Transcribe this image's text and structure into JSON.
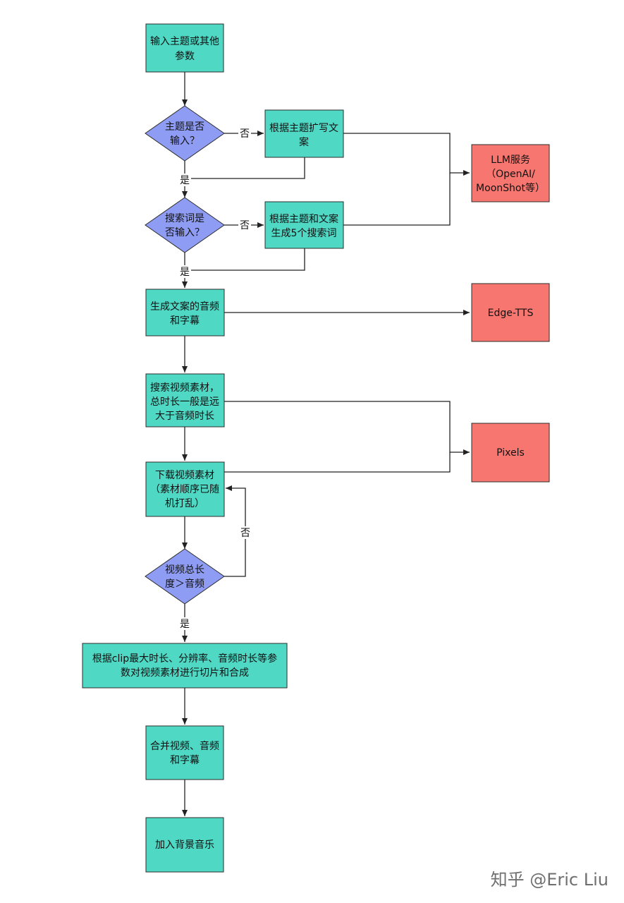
{
  "nodes": {
    "input_topic": [
      "输入主题或其他",
      "参数"
    ],
    "topic_entered": [
      "主题是否",
      "输入？"
    ],
    "expand_script": [
      "根据主题扩写文",
      "案"
    ],
    "llm_service": [
      "LLM服务",
      "（OpenAI/",
      "MoonShot等）"
    ],
    "keywords_entered": [
      "搜索词是",
      "否输入？"
    ],
    "gen_keywords": [
      "根据主题和文案",
      "生成5个搜索词"
    ],
    "gen_audio": [
      "生成文案的音频",
      "和字幕"
    ],
    "edge_tts": [
      "Edge-TTS"
    ],
    "search_videos": [
      "搜索视频素材，",
      "总时长一般是远",
      "大于音频时长"
    ],
    "pixels": [
      "Pixels"
    ],
    "download_videos": [
      "下载视频素材",
      "（素材顺序已随",
      "机打乱）"
    ],
    "duration_check": [
      "视频总长",
      "度＞音频"
    ],
    "clip_compose": [
      "根据clip最大时长、分辨率、音频时长等参",
      "数对视频素材进行切片和合成"
    ],
    "merge": [
      "合并视频、音频",
      "和字幕"
    ],
    "bgm": [
      "加入背景音乐"
    ]
  },
  "edge_labels": {
    "no_1": "否",
    "yes_1": "是",
    "no_2": "否",
    "yes_2": "是",
    "no_3": "否",
    "yes_3": "是"
  },
  "watermark": "知乎 @Eric Liu",
  "colors": {
    "process": "#4fd8c4",
    "decision": "#8f9cf3",
    "external_service": "#f87670"
  }
}
